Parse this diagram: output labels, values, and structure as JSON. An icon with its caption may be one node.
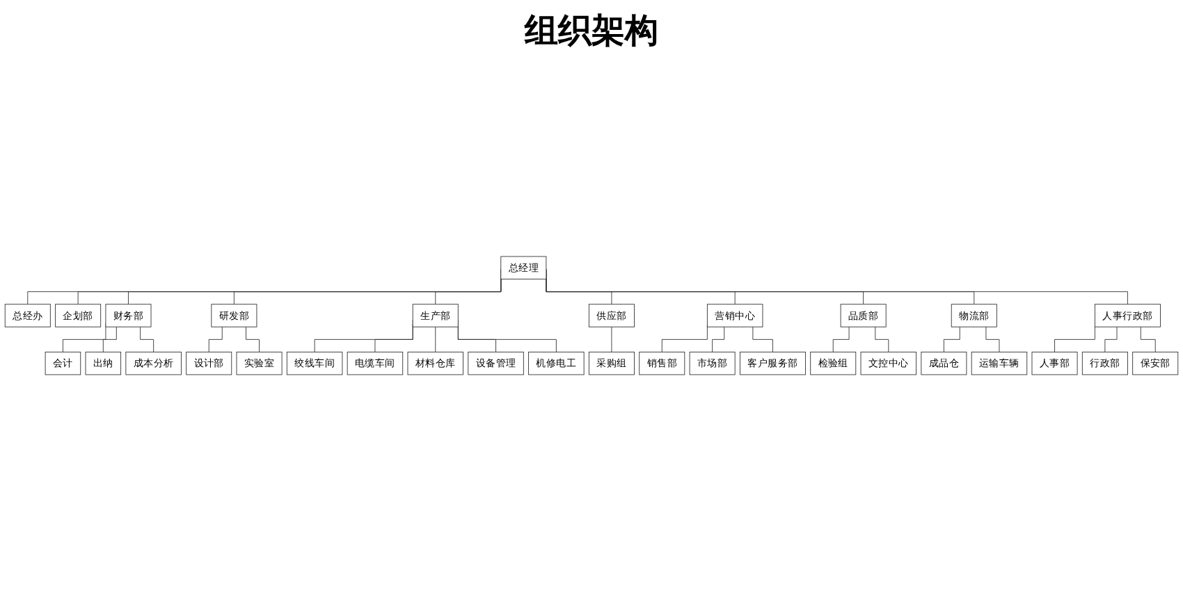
{
  "diagram": {
    "title": "组织架构",
    "nodes": [
      {
        "text": [
          "总经理"
        ]
      },
      {
        "text": [
          "总经办"
        ]
      },
      {
        "text": [
          "企划部"
        ]
      },
      {
        "text": [
          "财务部"
        ]
      },
      {
        "text": [
          "研发部"
        ]
      },
      {
        "text": [
          "生产部"
        ]
      },
      {
        "text": [
          "供应部"
        ]
      },
      {
        "text": [
          "营销中心"
        ]
      },
      {
        "text": [
          "品质部"
        ]
      },
      {
        "text": [
          "物流部"
        ]
      },
      {
        "text": [
          "人事行政部"
        ]
      },
      {
        "text": [
          "会计"
        ]
      },
      {
        "text": [
          "出纳"
        ]
      },
      {
        "text": [
          "成本分析"
        ]
      },
      {
        "text": [
          "设计部"
        ]
      },
      {
        "text": [
          "实验室"
        ]
      },
      {
        "text": [
          "绞线车间"
        ]
      },
      {
        "text": [
          "电缆车间"
        ]
      },
      {
        "text": [
          "材料仓库"
        ]
      },
      {
        "text": [
          "设备管理"
        ]
      },
      {
        "text": [
          "机修电工"
        ]
      },
      {
        "text": [
          "采购组"
        ]
      },
      {
        "text": [
          "销售部"
        ]
      },
      {
        "text": [
          "市场部"
        ]
      },
      {
        "text": [
          "客户服务部"
        ]
      },
      {
        "text": [
          "检验组"
        ]
      },
      {
        "text": [
          "文控中心"
        ]
      },
      {
        "text": [
          "成品仓"
        ]
      },
      {
        "text": [
          "运输车辆"
        ]
      },
      {
        "text": [
          "人事部"
        ]
      },
      {
        "text": [
          "行政部"
        ]
      },
      {
        "text": [
          "保安部"
        ]
      }
    ],
    "edges": [
      {
        "from": 0,
        "to": 1,
        "arrow": "none"
      },
      {
        "from": 0,
        "to": 2,
        "arrow": "none"
      },
      {
        "from": 0,
        "to": 3,
        "arrow": "none"
      },
      {
        "from": 0,
        "to": 4,
        "arrow": "none"
      },
      {
        "from": 0,
        "to": 5,
        "arrow": "none"
      },
      {
        "from": 0,
        "to": 6,
        "arrow": "none"
      },
      {
        "from": 0,
        "to": 7,
        "arrow": "none"
      },
      {
        "from": 0,
        "to": 8,
        "arrow": "none"
      },
      {
        "from": 0,
        "to": 9,
        "arrow": "none"
      },
      {
        "from": 0,
        "to": 10,
        "arrow": "none"
      },
      {
        "from": 3,
        "to": 11,
        "arrow": "none"
      },
      {
        "from": 3,
        "to": 12,
        "arrow": "none"
      },
      {
        "from": 3,
        "to": 13,
        "arrow": "none"
      },
      {
        "from": 4,
        "to": 14,
        "arrow": "none"
      },
      {
        "from": 4,
        "to": 15,
        "arrow": "none"
      },
      {
        "from": 5,
        "to": 16,
        "arrow": "none"
      },
      {
        "from": 5,
        "to": 17,
        "arrow": "none"
      },
      {
        "from": 5,
        "to": 18,
        "arrow": "none"
      },
      {
        "from": 5,
        "to": 19,
        "arrow": "none"
      },
      {
        "from": 5,
        "to": 20,
        "arrow": "none"
      },
      {
        "from": 6,
        "to": 21,
        "arrow": "none"
      },
      {
        "from": 7,
        "to": 22,
        "arrow": "none"
      },
      {
        "from": 7,
        "to": 23,
        "arrow": "none"
      },
      {
        "from": 7,
        "to": 24,
        "arrow": "none"
      },
      {
        "from": 8,
        "to": 25,
        "arrow": "none"
      },
      {
        "from": 8,
        "to": 26,
        "arrow": "none"
      },
      {
        "from": 9,
        "to": 27,
        "arrow": "none"
      },
      {
        "from": 9,
        "to": 28,
        "arrow": "none"
      },
      {
        "from": 10,
        "to": 29,
        "arrow": "none"
      },
      {
        "from": 10,
        "to": 30,
        "arrow": "none"
      },
      {
        "from": 10,
        "to": 31,
        "arrow": "none"
      }
    ]
  }
}
